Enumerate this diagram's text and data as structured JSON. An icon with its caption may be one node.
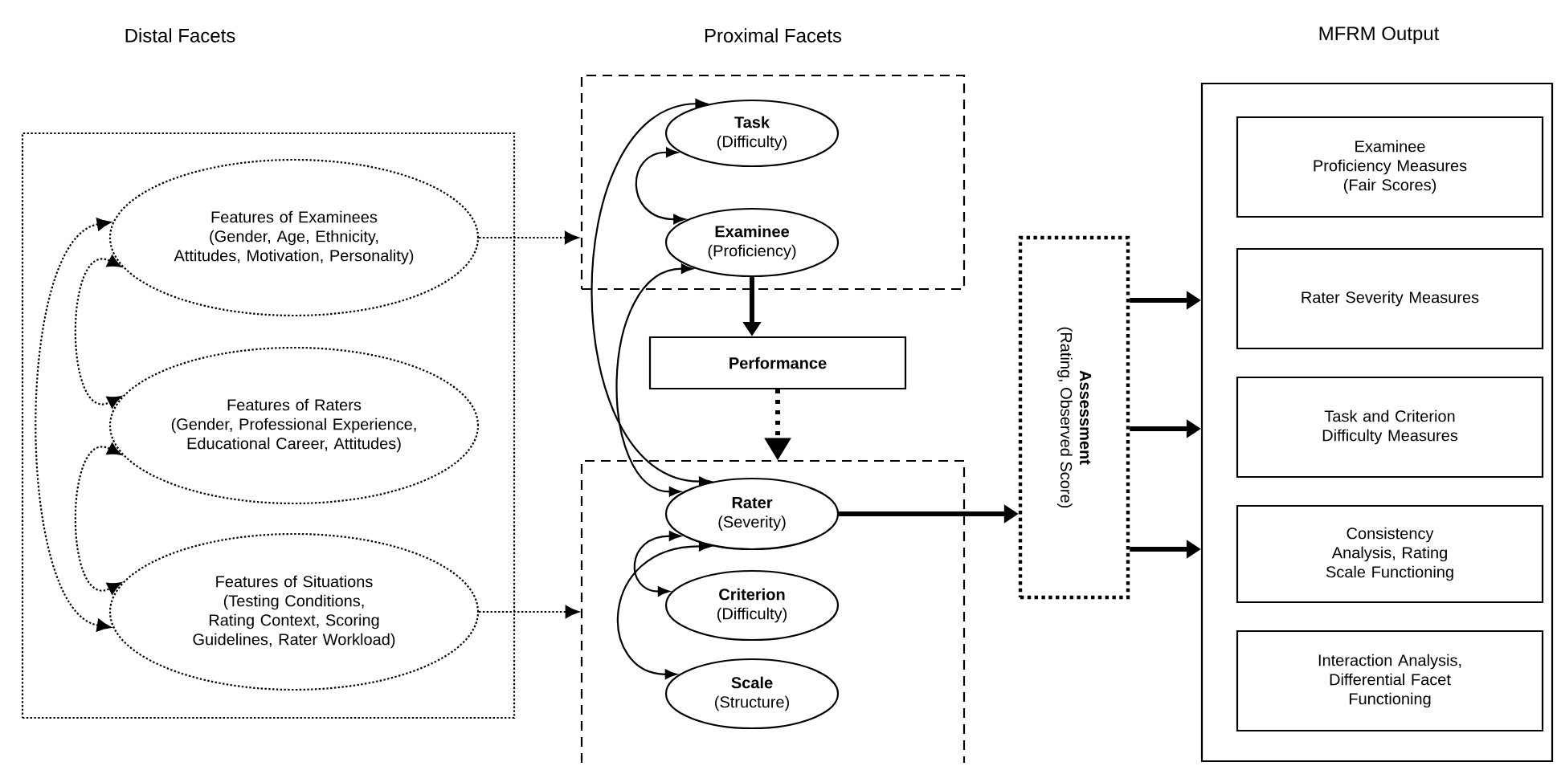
{
  "diagram": {
    "nodes": [
      {
        "text": [
          "Distal Facets"
        ]
      },
      {
        "text": [
          "Features of Examinees",
          "(Gender, Age, Ethnicity, Attitudes, Motivation, Personality)"
        ],
        "in": 0
      },
      {
        "text": [
          "Features of Raters",
          "(Gender, Professional Experience, Educational Career, Attitudes)"
        ],
        "in": 0
      },
      {
        "text": [
          "Features of Situations",
          "(Testing Conditions, Rating Context, Scoring Guidelines, Rater Workload)"
        ],
        "in": 0
      },
      {
        "text": [
          "Proximal Facets"
        ]
      },
      {
        "text": [
          "Task",
          "(Difficulty)"
        ],
        "in": 4
      },
      {
        "text": [
          "Examinee",
          "(Proficiency)"
        ],
        "in": 4
      },
      {
        "text": [
          "Performance"
        ]
      },
      {
        "text": [],
        "shape": "box"
      },
      {
        "text": [
          "Rater",
          "(Severity)"
        ],
        "in": 8
      },
      {
        "text": [
          "Criterion",
          "(Difficulty)"
        ],
        "in": 8
      },
      {
        "text": [
          "Scale",
          "(Structure)"
        ],
        "in": 8
      },
      {
        "text": [
          "Assessment",
          "(Rating, Observed Score)"
        ]
      },
      {
        "text": [
          "MFRM Output"
        ]
      },
      {
        "text": [
          "Examinee Proficiency Measures",
          "(Fair Scores)"
        ],
        "in": 13
      },
      {
        "text": [
          "Rater Severity Measures"
        ],
        "in": 13
      },
      {
        "text": [
          "Task and Criterion Difficulty Measures"
        ],
        "in": 13
      },
      {
        "text": [
          "Consistency Analysis, Rating Scale Functioning"
        ],
        "in": 13
      },
      {
        "text": [
          "Interaction Analysis, Differential Facet Functioning"
        ],
        "in": 13
      }
    ],
    "edges": [
      {
        "from": 1,
        "to": 2,
        "arrow": "both",
        "style": "dashed"
      },
      {
        "from": 2,
        "to": 3,
        "arrow": "both",
        "style": "dashed"
      },
      {
        "from": 1,
        "to": 3,
        "arrow": "both",
        "style": "dashed"
      },
      {
        "from": 1,
        "to": 4,
        "arrow": "to",
        "style": "dashed"
      },
      {
        "from": 3,
        "to": 8,
        "arrow": "to",
        "style": "dashed"
      },
      {
        "from": 5,
        "to": 6,
        "arrow": "both"
      },
      {
        "from": 5,
        "to": 9,
        "arrow": "both"
      },
      {
        "from": 6,
        "to": 9,
        "arrow": "both"
      },
      {
        "from": 9,
        "to": 10,
        "arrow": "both"
      },
      {
        "from": 9,
        "to": 11,
        "arrow": "both"
      },
      {
        "from": 6,
        "to": 7,
        "arrow": "to",
        "style": "thick"
      },
      {
        "from": 7,
        "to": 8,
        "arrow": "to",
        "style": "dashed"
      },
      {
        "from": 9,
        "to": 12,
        "arrow": "to",
        "style": "thick"
      },
      {
        "from": 12,
        "to": 13,
        "arrow": "to",
        "style": "thick"
      },
      {
        "from": 12,
        "to": 13,
        "arrow": "to",
        "style": "thick"
      },
      {
        "from": 12,
        "to": 13,
        "arrow": "to",
        "style": "thick"
      }
    ]
  }
}
